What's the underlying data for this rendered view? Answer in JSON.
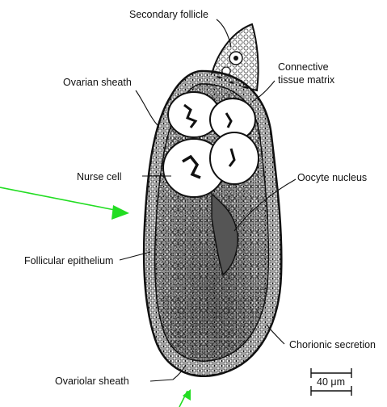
{
  "labels": {
    "secondary_follicle": "Secondary follicle",
    "connective_tissue_line1": "Connective",
    "connective_tissue_line2": "tissue matrix",
    "ovarian_sheath": "Ovarian sheath",
    "nurse_cell": "Nurse cell",
    "oocyte_nucleus": "Oocyte nucleus",
    "follicular_epithelium": "Follicular epithelium",
    "chorionic_secretion": "Chorionic secretion",
    "ovariolar_sheath": "Ovariolar sheath"
  },
  "scale_bar": {
    "label": "40 μm"
  },
  "colors": {
    "ink": "#1a1a1a",
    "arrow": "#22dd22",
    "fill": "#f4f4f4"
  }
}
